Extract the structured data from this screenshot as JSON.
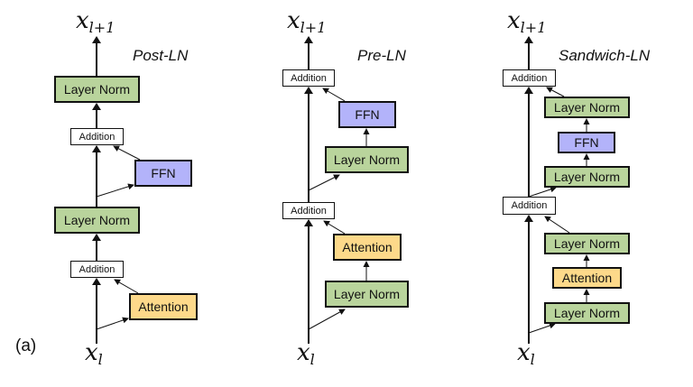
{
  "figure_label": "(a)",
  "colors": {
    "layer_norm": "#b9d49c",
    "ffn": "#b3b3fa",
    "attention": "#fdd98a",
    "addition": "#ffffff",
    "stroke": "#111111"
  },
  "symbols": {
    "output_main": "x",
    "output_sub": "l+1",
    "input_main": "x",
    "input_sub": "l"
  },
  "variants": [
    {
      "title": "Post-LN",
      "blocks_top_to_bottom": [
        "Layer Norm",
        "Addition",
        "FFN",
        "Layer Norm",
        "Addition",
        "Attention"
      ]
    },
    {
      "title": "Pre-LN",
      "blocks_top_to_bottom": [
        "Addition",
        "FFN",
        "Layer Norm",
        "Addition",
        "Attention",
        "Layer Norm"
      ]
    },
    {
      "title": "Sandwich-LN",
      "blocks_top_to_bottom": [
        "Addition",
        "Layer Norm",
        "FFN",
        "Layer Norm",
        "Addition",
        "Layer Norm",
        "Attention",
        "Layer Norm"
      ]
    }
  ]
}
